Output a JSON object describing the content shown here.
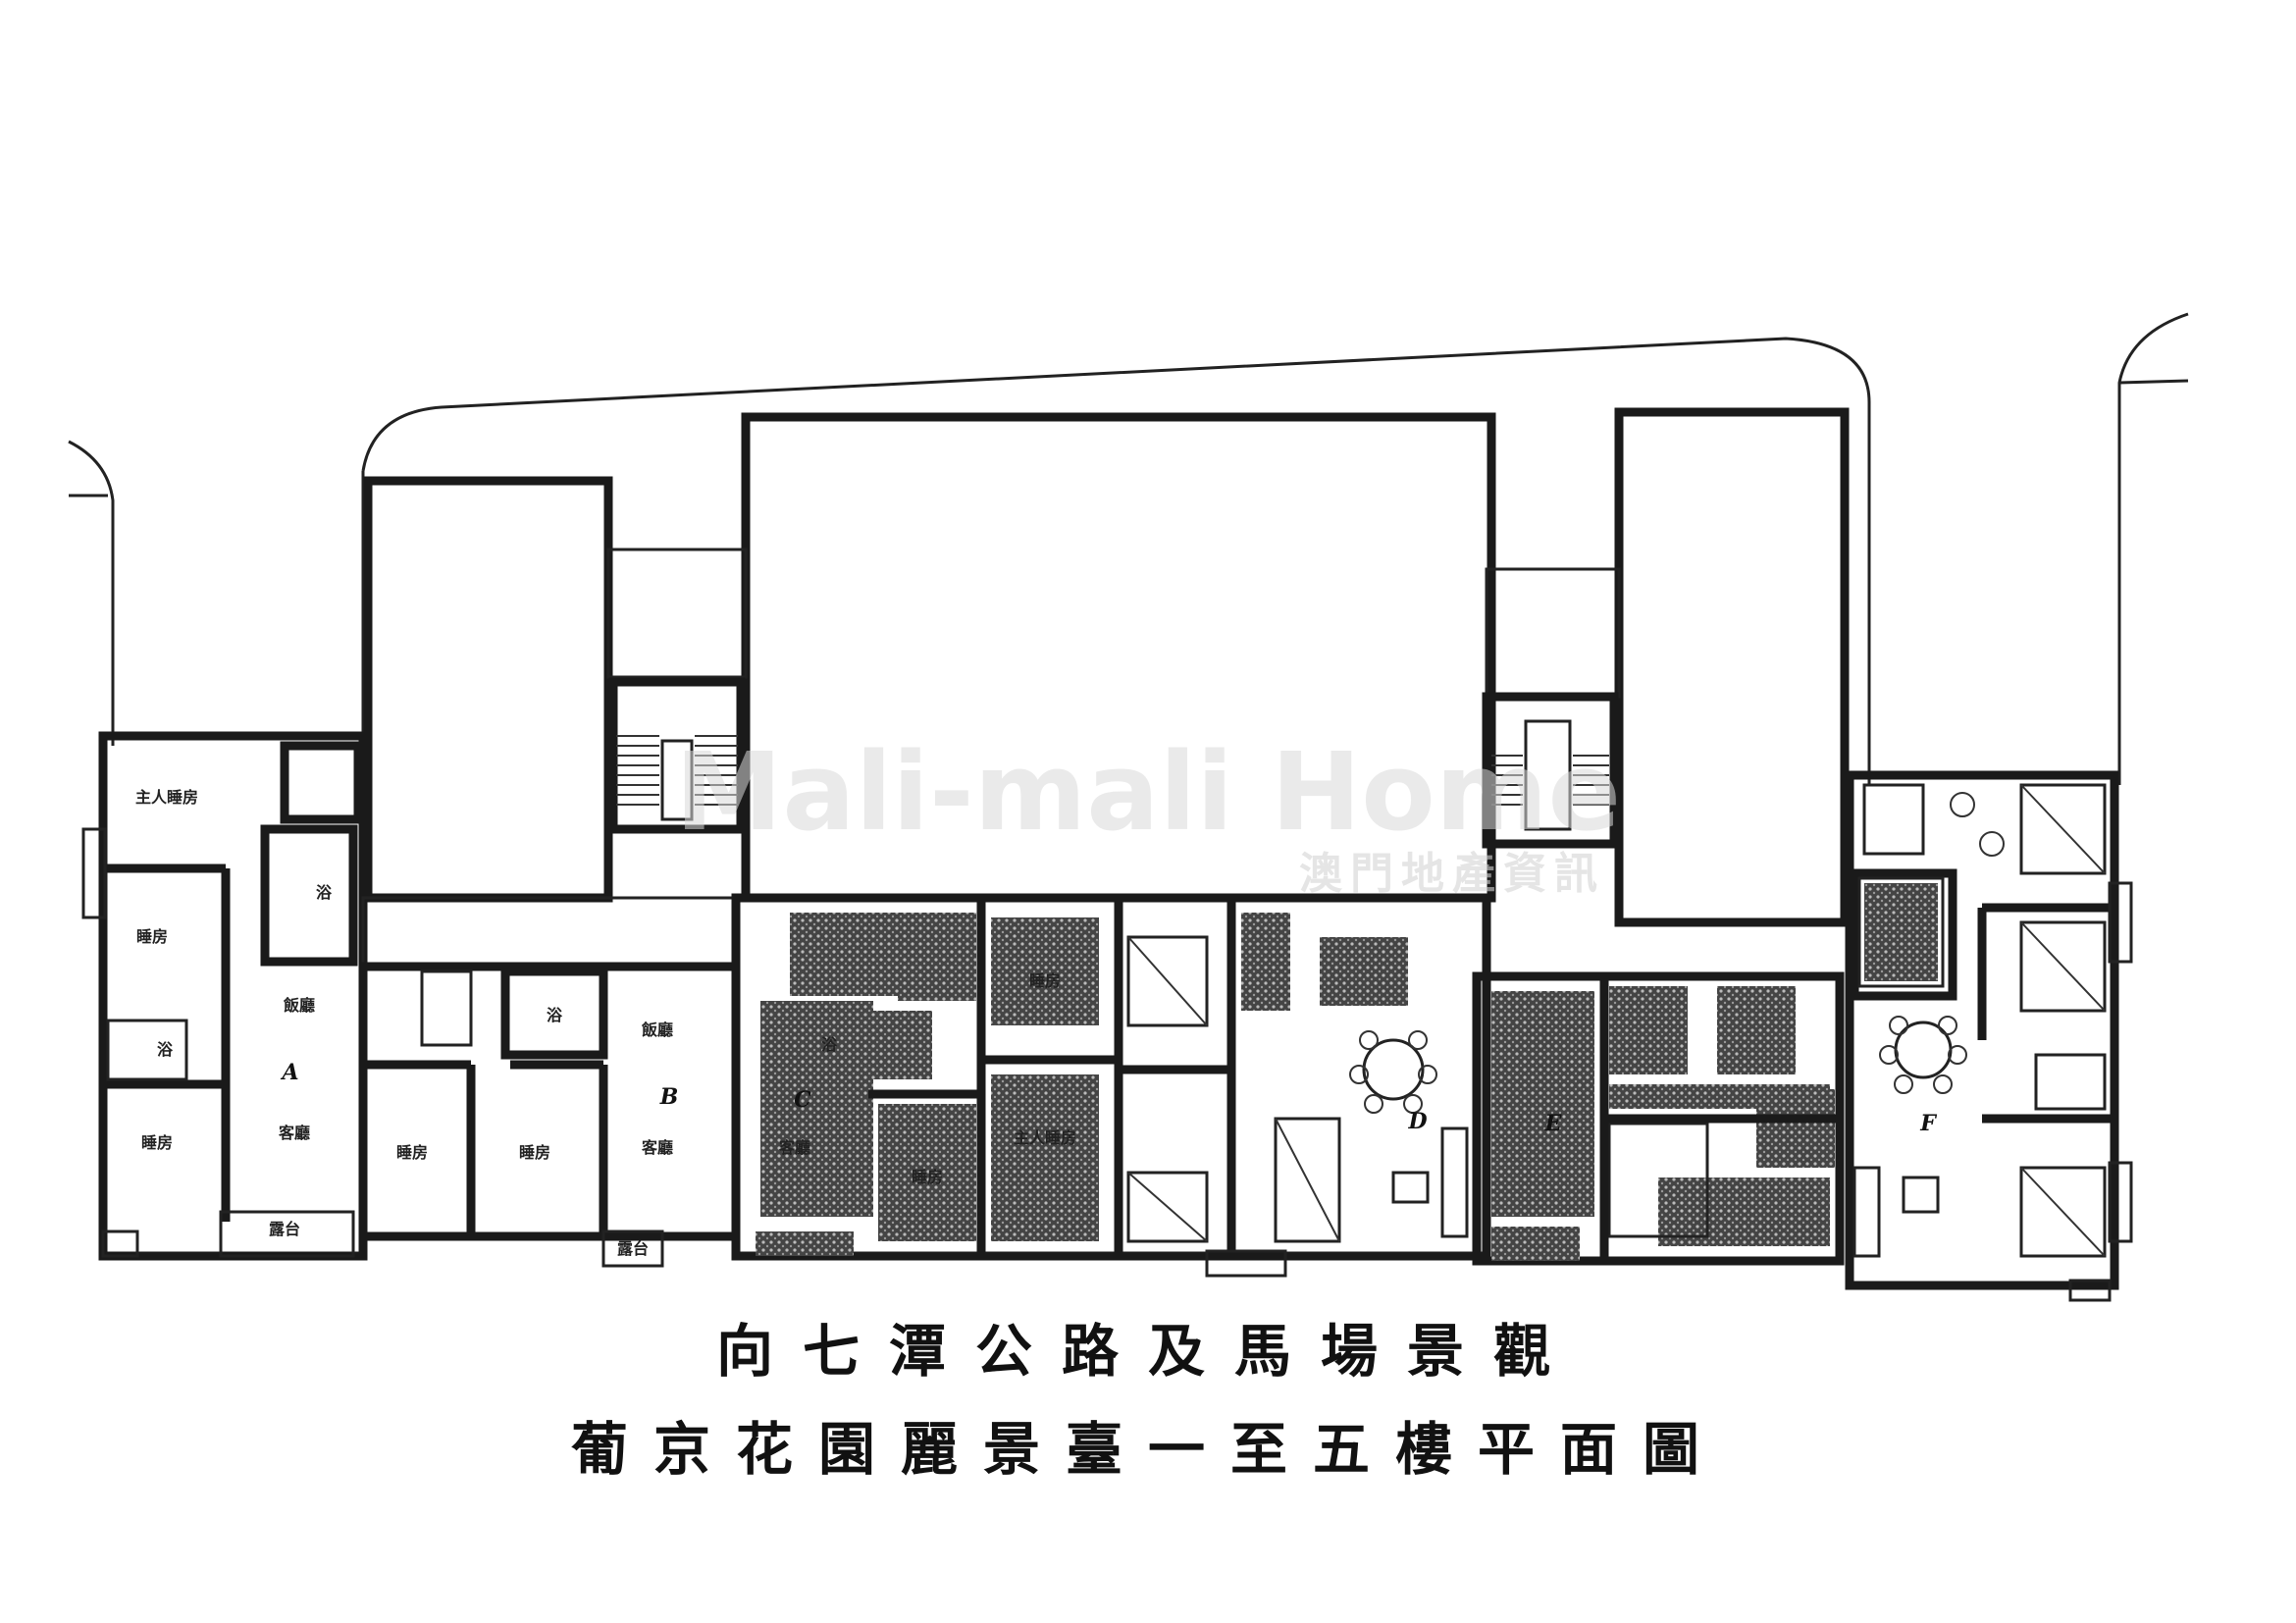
{
  "captions": {
    "line1": "向七潭公路及馬場景觀",
    "line2": "葡京花園麗景臺一至五樓平面圖"
  },
  "watermark": {
    "text_en": "Mali-mali Home",
    "text_zh": "澳門地產資訊"
  },
  "units": [
    "A",
    "B",
    "C",
    "D",
    "E",
    "F"
  ]
}
